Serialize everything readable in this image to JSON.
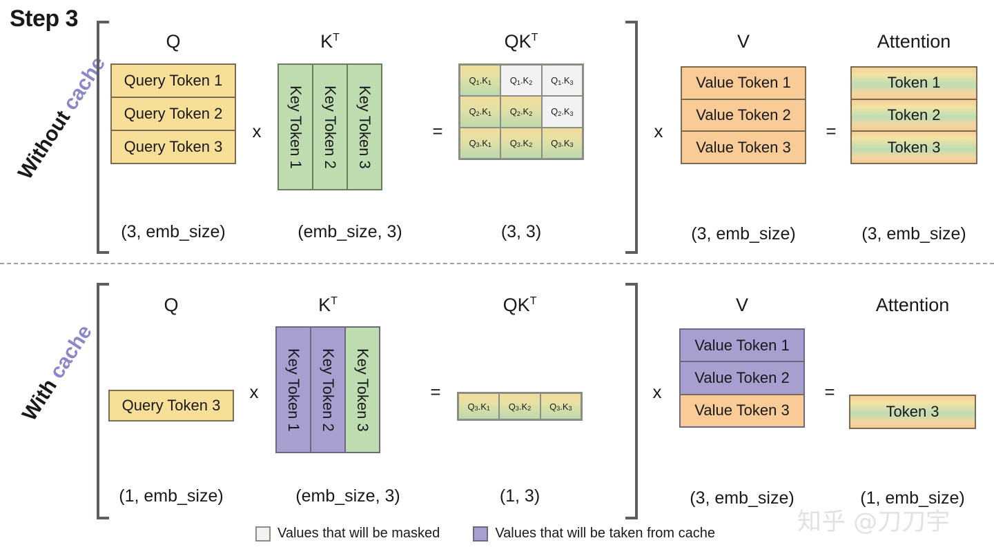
{
  "step_title": "Step 3",
  "rows": [
    {
      "id": "without-cache",
      "label_prefix": "Without",
      "label_suffix": "cache",
      "headers": {
        "q": "Q",
        "kt": "K",
        "kt_sup": "T",
        "qkt": "QK",
        "qkt_sup": "T",
        "v": "V",
        "attention": "Attention"
      },
      "operators": {
        "mul1": "x",
        "eq1": "=",
        "mul2": "x",
        "eq2": "="
      },
      "q_tokens": [
        "Query Token 1",
        "Query Token 2",
        "Query Token 3"
      ],
      "k_tokens": [
        "Key Token 1",
        "Key Token 2",
        "Key Token 3"
      ],
      "v_tokens": [
        "Value Token 1",
        "Value Token 2",
        "Value Token 3"
      ],
      "attention_tokens": [
        "Token 1",
        "Token 2",
        "Token 3"
      ],
      "qk_matrix": [
        [
          {
            "t": "Q1.K1",
            "q": "1",
            "k": "1",
            "masked": false
          },
          {
            "t": "Q1.K2",
            "q": "1",
            "k": "2",
            "masked": true
          },
          {
            "t": "Q1.K3",
            "q": "1",
            "k": "3",
            "masked": true
          }
        ],
        [
          {
            "t": "Q2.K1",
            "q": "2",
            "k": "1",
            "masked": false
          },
          {
            "t": "Q2.K2",
            "q": "2",
            "k": "2",
            "masked": false
          },
          {
            "t": "Q2.K3",
            "q": "2",
            "k": "3",
            "masked": true
          }
        ],
        [
          {
            "t": "Q3.K1",
            "q": "3",
            "k": "1",
            "masked": false
          },
          {
            "t": "Q3.K2",
            "q": "3",
            "k": "2",
            "masked": false
          },
          {
            "t": "Q3.K3",
            "q": "3",
            "k": "3",
            "masked": false
          }
        ]
      ],
      "dims": {
        "q": "(3, emb_size)",
        "kt": "(emb_size, 3)",
        "qkt": "(3, 3)",
        "v": "(3, emb_size)",
        "attention": "(3, emb_size)"
      }
    },
    {
      "id": "with-cache",
      "label_prefix": "With",
      "label_suffix": "cache",
      "headers": {
        "q": "Q",
        "kt": "K",
        "kt_sup": "T",
        "qkt": "QK",
        "qkt_sup": "T",
        "v": "V",
        "attention": "Attention"
      },
      "operators": {
        "mul1": "x",
        "eq1": "=",
        "mul2": "x",
        "eq2": "="
      },
      "q_tokens": [
        "Query Token 3"
      ],
      "k_tokens": [
        "Key Token 1",
        "Key Token 2",
        "Key Token 3"
      ],
      "k_cached": [
        true,
        true,
        false
      ],
      "v_tokens": [
        "Value Token 1",
        "Value Token 2",
        "Value Token 3"
      ],
      "v_cached": [
        true,
        true,
        false
      ],
      "attention_tokens": [
        "Token 3"
      ],
      "qk_matrix": [
        [
          {
            "t": "Q3.K1",
            "q": "3",
            "k": "1",
            "masked": false
          },
          {
            "t": "Q3.K2",
            "q": "3",
            "k": "2",
            "masked": false
          },
          {
            "t": "Q3.K3",
            "q": "3",
            "k": "3",
            "masked": false
          }
        ]
      ],
      "dims": {
        "q": "(1, emb_size)",
        "kt": "(emb_size, 3)",
        "qkt": "(1, 3)",
        "v": "(3, emb_size)",
        "attention": "(1, emb_size)"
      }
    }
  ],
  "legend": [
    {
      "swatch": "masked",
      "text": "Values that will be masked"
    },
    {
      "swatch": "cache",
      "text": "Values that will be taken from cache"
    }
  ],
  "watermark": "知乎 @刀刀宇",
  "colors": {
    "yellow": "#f8df97",
    "green": "#bedcb0",
    "orange": "#f9cb97",
    "purple": "#a89fd0",
    "masked_gray": "#f2f2f2",
    "accent_cache_text": "#8b87c9",
    "bracket": "#5b5f63"
  }
}
